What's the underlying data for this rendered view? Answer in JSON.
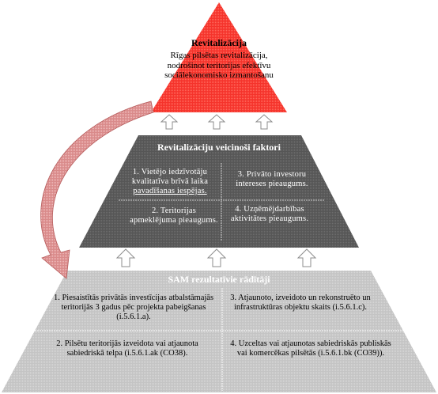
{
  "top": {
    "title": "Revitalizācija",
    "text": "Rīgas pilsētas revitalizācija, nodrošinot teritorijas efektīvu sociālekonomisko izmantošanu"
  },
  "middle": {
    "title": "Revitalizāciju veicinoši faktori",
    "items": [
      {
        "line1": "1. Vietējo iedzīvotāju kvalitatīva brīvā laika",
        "line2": "pavadīšanas iespējas."
      },
      {
        "text": "3. Privāto investoru intereses pieaugums."
      },
      {
        "text": "2. Teritorijas apmeklējuma pieaugums."
      },
      {
        "text": "4. Uzņēmējdarbības aktivitātes pieaugums."
      }
    ]
  },
  "bottom": {
    "title": "SAM rezultatīvie rādītāji",
    "items": [
      {
        "text": "1. Piesaistītās privātās investīcijas atbalstāmajās teritorijās 3 gadus pēc projekta pabeigšanas (i.5.6.1.a)."
      },
      {
        "text": "3. Atjaunoto, izveidoto un rekonstruēto un infrastruktūras objektu skaits (i.5.6.1.c)."
      },
      {
        "text": "2. Pilsētu teritorijās izveidota vai atjaunota sabiedriskā telpa (i.5.6.1.ak (CO38)."
      },
      {
        "text": "4. Uzceltas vai atjaunotas sabiedriskās publiskās vai komercēkas pilsētās (i.5.6.1.bk (CO39))."
      }
    ]
  },
  "colors": {
    "top": "#f5332b",
    "middle": "#595959",
    "bottom": "#c8c8c8",
    "curved_arrow": "#d98a8a",
    "block_arrow": "#ffffff"
  }
}
